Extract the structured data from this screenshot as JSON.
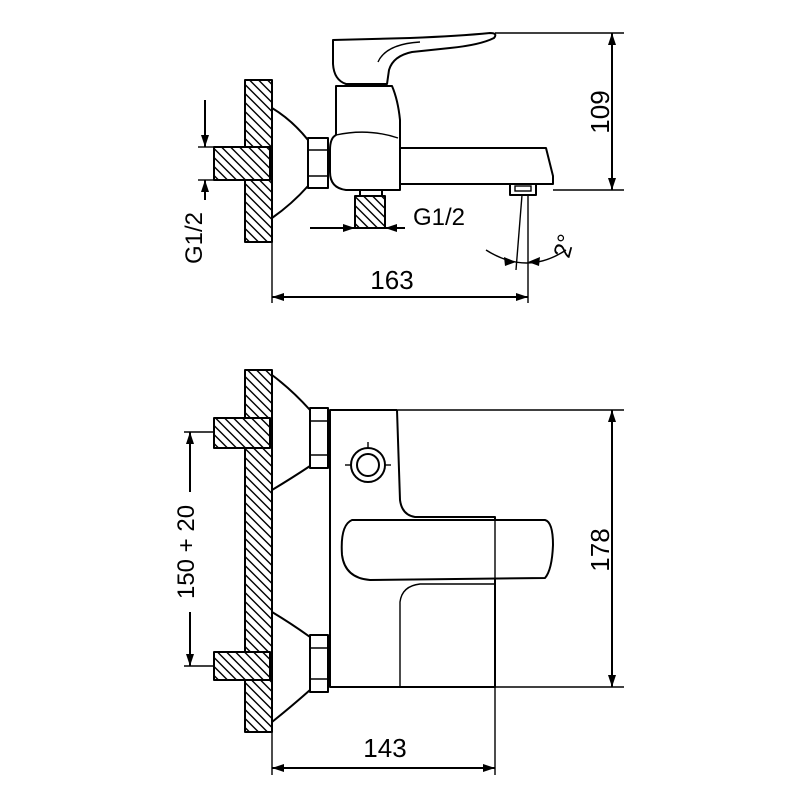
{
  "side_view": {
    "height_dimension": "109",
    "wall_thread": "G1/2",
    "diverter_thread": "G1/2",
    "spout_angle": "2°",
    "projection_dimension": "163"
  },
  "front_view": {
    "height_dimension": "178",
    "inlet_centres": "150 + 20",
    "width_dimension": "143"
  },
  "colors": {
    "line": "#000000",
    "background": "#ffffff"
  }
}
